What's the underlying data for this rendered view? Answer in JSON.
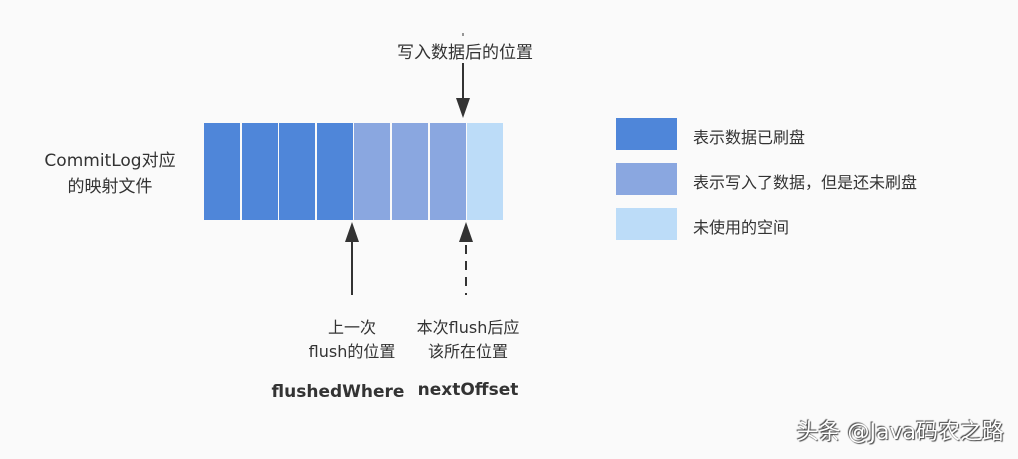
{
  "file_label": [
    "CommitLog对应",
    "的映射文件"
  ],
  "top_pointer_label": "写入数据后的位置",
  "blocks": [
    {
      "state": "flushed"
    },
    {
      "state": "flushed"
    },
    {
      "state": "flushed"
    },
    {
      "state": "flushed"
    },
    {
      "state": "written"
    },
    {
      "state": "written"
    },
    {
      "state": "written"
    },
    {
      "state": "unused"
    }
  ],
  "colors": {
    "flushed": "#4f86d9",
    "written": "#8aa7e0",
    "unused": "#bcdcf8",
    "arrow": "#333333"
  },
  "pointers": {
    "flushed_where": {
      "desc": [
        "上一次",
        "flush的位置"
      ],
      "var": "flushedWhere"
    },
    "next_offset": {
      "desc": [
        "本次flush后应",
        "该所在位置"
      ],
      "var": "nextOffset"
    }
  },
  "legend": [
    {
      "color": "#4f86d9",
      "text": "表示数据已刷盘"
    },
    {
      "color": "#8aa7e0",
      "text": "表示写入了数据，但是还未刷盘"
    },
    {
      "color": "#bcdcf8",
      "text": "未使用的空间"
    }
  ],
  "watermark": "头条 @Java码农之路"
}
